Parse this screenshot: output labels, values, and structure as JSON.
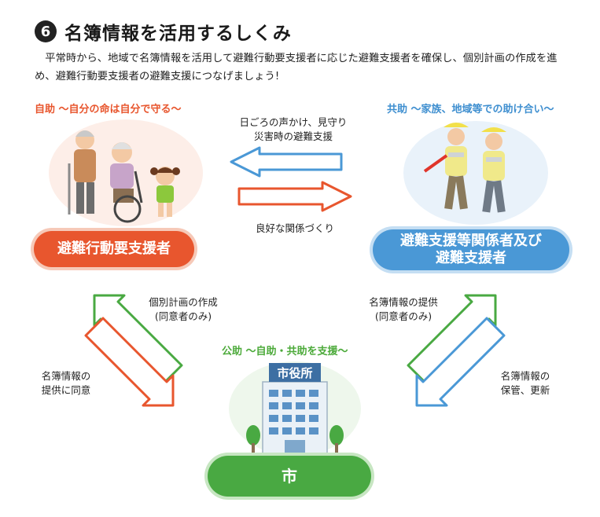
{
  "title": {
    "number": "6",
    "text": "名簿情報を活用するしくみ"
  },
  "intro": "平常時から、地域で名簿情報を活用して避難行動要支援者に応じた避難支援者を確保し、個別計画の作成を進め、避難行動要支援者の避難支援につなげましょう!",
  "self_help": {
    "label": "自助 〜自分の命は自分で守る〜",
    "pill": "避難行動要支援者"
  },
  "mutual_help": {
    "label": "共助 〜家族、地域等での助け合い〜",
    "pill_line1": "避難支援等関係者及び",
    "pill_line2": "避難支援者"
  },
  "public_help": {
    "label": "公助 〜自助・共助を支援〜",
    "building_sign": "市役所",
    "pill": "市"
  },
  "arrows": {
    "top_left_line1": "日ごろの声かけ、見守り",
    "top_left_line2": "災害時の避難支援",
    "top_right": "良好な関係づくり",
    "left_up_line1": "個別計画の作成",
    "left_up_line2": "(同意者のみ)",
    "left_down_line1": "名簿情報の",
    "left_down_line2": "提供に同意",
    "right_up_line1": "名簿情報の提供",
    "right_up_line2": "(同意者のみ)",
    "right_down_line1": "名簿情報の",
    "right_down_line2": "保管、更新"
  },
  "colors": {
    "orange": "#e8562e",
    "blue": "#4a98d6",
    "green": "#49a942"
  }
}
